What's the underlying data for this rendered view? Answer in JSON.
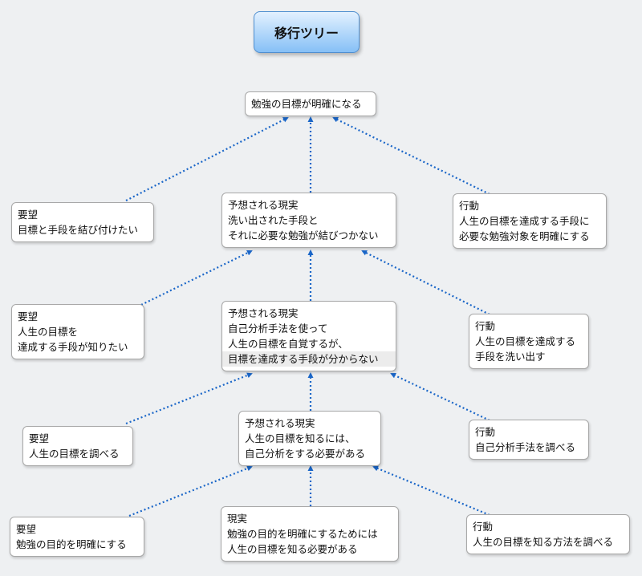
{
  "title": "移行ツリー",
  "colors": {
    "link": "#1a66c8",
    "title_bg": "#86c0f6"
  },
  "nodes": {
    "goal": [
      "勉強の目標が明確になる"
    ],
    "l1_center": [
      "予想される現実",
      "洗い出された手段と",
      "それに必要な勉強が結びつかない"
    ],
    "l1_left": [
      "要望",
      "目標と手段を結び付けたい"
    ],
    "l1_right": [
      "行動",
      "人生の目標を達成する手段に",
      "必要な勉強対象を明確にする"
    ],
    "l2_center": [
      "予想される現実",
      "自己分析手法を使って",
      " 人生の目標を自覚するが、",
      "目標を達成する手段が分からない"
    ],
    "l2_left": [
      "要望",
      "人生の目標を",
      "達成する手段が知りたい"
    ],
    "l2_right": [
      "行動",
      "人生の目標を達成する",
      "手段を洗い出す"
    ],
    "l3_center": [
      "予想される現実",
      " 人生の目標を知るには、",
      "自己分析をする必要がある"
    ],
    "l3_left": [
      "要望",
      "人生の目標を調べる"
    ],
    "l3_right": [
      "行動",
      "自己分析手法を調べる"
    ],
    "l4_center": [
      "現実",
      "勉強の目的を明確にするためには",
      "人生の目標を知る必要がある"
    ],
    "l4_left": [
      "要望",
      "勉強の目的を明確にする"
    ],
    "l4_right": [
      "行動",
      "人生の目標を知る方法を調べる"
    ]
  }
}
